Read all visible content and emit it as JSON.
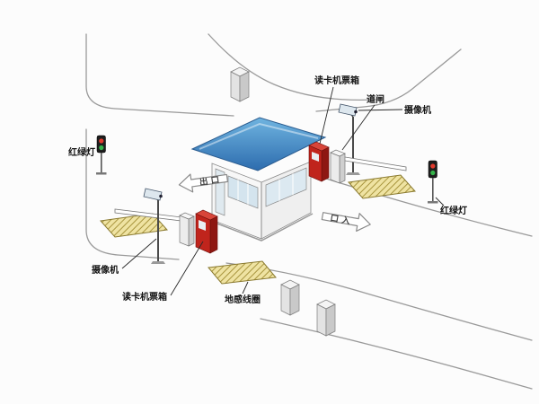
{
  "diagram": {
    "labels": {
      "reader_top": "读卡机票箱",
      "gate": "道闸",
      "camera_right": "摄像机",
      "light_left": "红绿灯",
      "camera_left": "摄像机",
      "reader_bottom": "读卡机票箱",
      "loop": "地感线圈",
      "light_right": "红绿灯"
    },
    "arrows": {
      "exit": "出 口",
      "entry": "口 入"
    },
    "colors": {
      "roof_blue": "#3f87c5",
      "machine_red": "#c0241c",
      "loop_fill": "#efe3a2",
      "loop_hatch": "#a8953e",
      "road_gray": "#9a9a9a",
      "text_black": "#141414"
    }
  }
}
